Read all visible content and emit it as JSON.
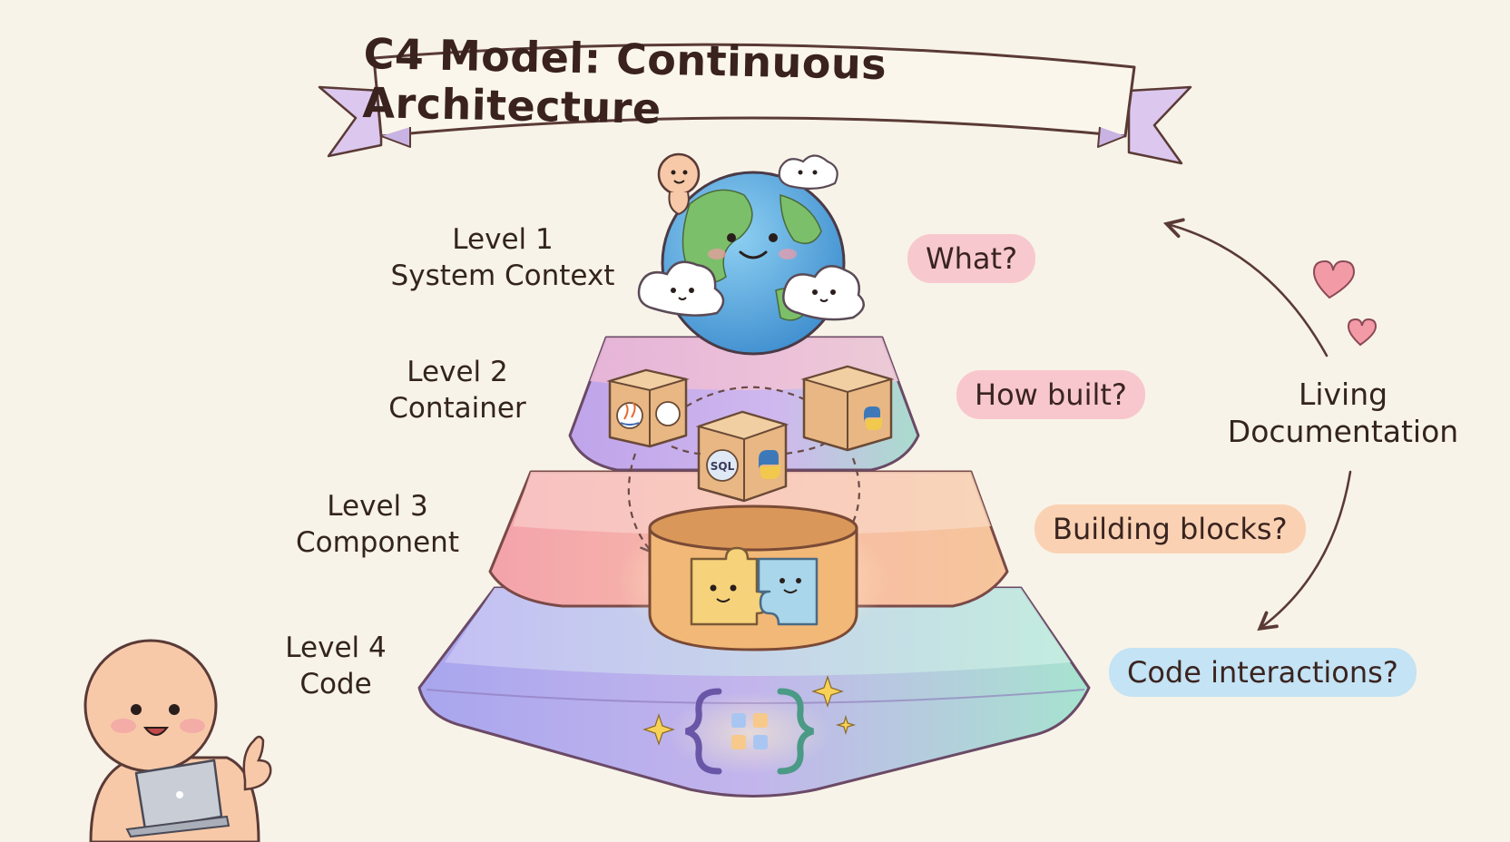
{
  "title": "C4 Model: Continuous Architecture",
  "levels": [
    {
      "level": "Level 1",
      "name": "System Context",
      "question": "What?",
      "question_color": "#f7c9cf"
    },
    {
      "level": "Level 2",
      "name": "Container",
      "question": "How built?",
      "question_color": "#f8c7cd"
    },
    {
      "level": "Level 3",
      "name": "Component",
      "question": "Building blocks?",
      "question_color": "#fad2b3"
    },
    {
      "level": "Level 4",
      "name": "Code",
      "question": "Code interactions?",
      "question_color": "#c4e3f4"
    }
  ],
  "cycle_label": {
    "line1": "Living",
    "line2": "Documentation"
  },
  "container_badge": "SQL",
  "icons": [
    "earth-globe-icon",
    "cloud-icon",
    "cardboard-box-icon",
    "python-logo-icon",
    "java-logo-icon",
    "puzzle-piece-icon",
    "curly-braces-icon",
    "sparkle-icon",
    "heart-icon",
    "laptop-icon"
  ],
  "colors": {
    "background": "#f8f3e8",
    "tier1": "#c6a9e6",
    "tier2": "#f3a7a9",
    "tier3": "#a9aef0",
    "tier3_right": "#a9e2d2",
    "ink": "#3a2a26"
  }
}
